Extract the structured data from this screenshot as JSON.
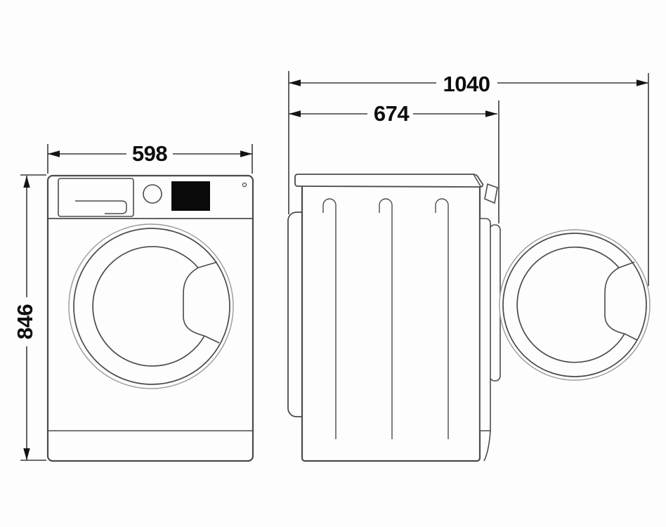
{
  "diagram": {
    "type": "technical-dimension-drawing",
    "subject": "washing machine, front view and side view with door open",
    "views": [
      {
        "name": "front-view"
      },
      {
        "name": "side-view-door-open"
      }
    ],
    "dimensions": {
      "width": "598",
      "height": "846",
      "depth": "674",
      "depth_with_door_open": "1040"
    },
    "colors": {
      "background": "#fdfdfd",
      "outline": "#4b4b4b",
      "outline_light": "#9a9a9a",
      "dimension_line": "#3c3c3c",
      "arrow_fill": "#141414",
      "text": "#0d0d0d",
      "display_fill": "#0a0a0a"
    }
  }
}
